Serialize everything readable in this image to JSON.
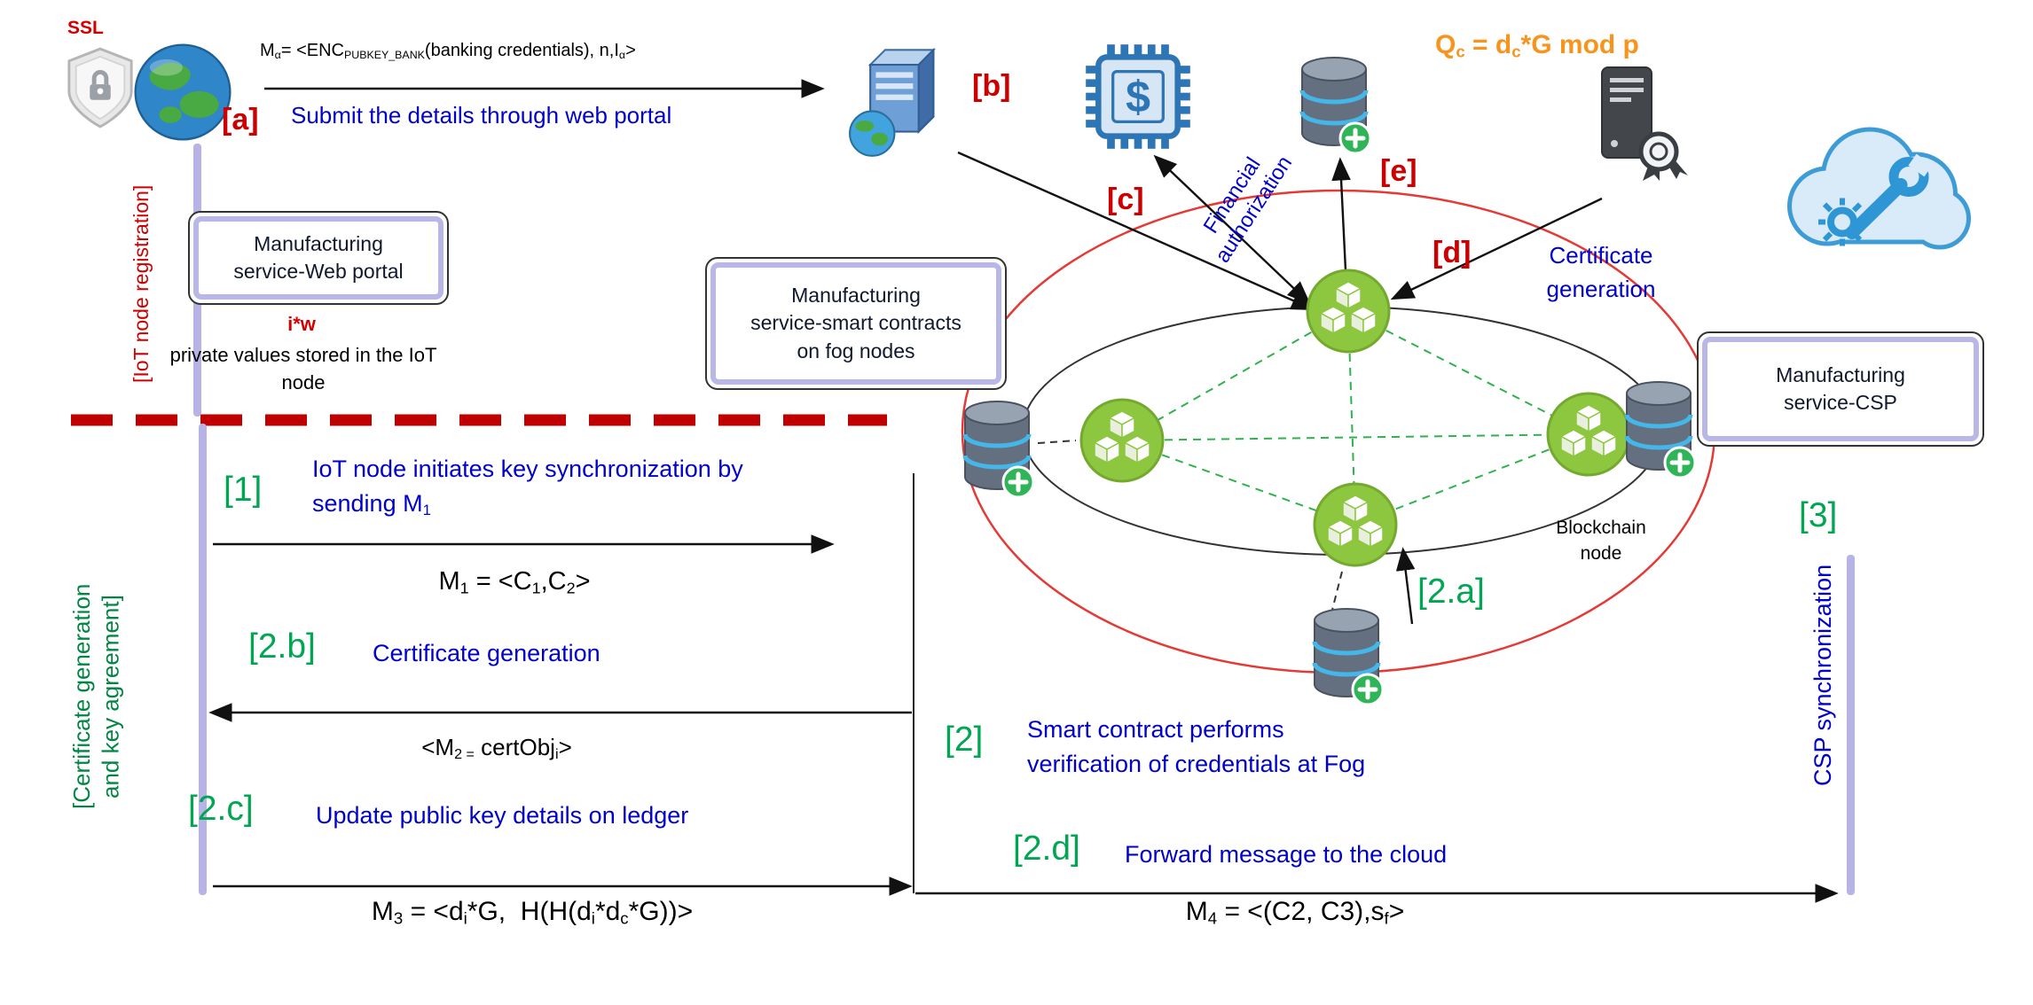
{
  "labels": {
    "ssl": "SSL",
    "tag_a": "[a]",
    "tag_b": "[b]",
    "tag_c": "[c]",
    "tag_d": "[d]",
    "tag_e": "[e]",
    "tag_1": "[1]",
    "tag_2": "[2]",
    "tag_2a": "[2.a]",
    "tag_2b": "[2.b]",
    "tag_2c": "[2.c]",
    "tag_2d": "[2.d]",
    "tag_3": "[3]",
    "iot_registration": "[IoT node registration]",
    "csp_sync": "CSP synchronization"
  },
  "messages": {
    "m_alpha_html": "M<sub>α</sub>= &lt;ENC<sub>PUBKEY_BANK</sub>(banking credentials), n,I<sub>α</sub>&gt;",
    "qc_html": "Q<sub>c</sub> = d<sub>c</sub>*G mod p",
    "m1_html": "M<sub>1</sub> = &lt;C<sub>1</sub>,C<sub>2</sub>&gt;",
    "m2_html": "&lt;M<sub>2 =</sub> certObj<sub>i</sub>&gt;",
    "m3_html": "M<sub>3</sub> = &lt;d<sub>i</sub>*G,&nbsp;&nbsp;H(H(d<sub>i</sub>*d<sub>c</sub>*G))&gt;",
    "m4_html": "M<sub>4</sub> = &lt;(C2, C3),s<sub>f</sub>&gt;"
  },
  "steps": {
    "submit": "Submit the details through web portal",
    "iw": "i*w",
    "private_html": "private values stored in the IoT<br>node",
    "step1_html": "IoT node initiates key synchronization by<br>sending M<sub>1</sub>",
    "cert_generation": "Certificate generation",
    "cert_generation_d_html": "Certificate<br>generation",
    "financial_html": "Financial<br>authorization",
    "update_ledger": "Update public key details on ledger",
    "step2_html": "Smart contract performs<br>verification of credentials at Fog",
    "forward_cloud": "Forward message to the cloud",
    "cert_key_html": "[Certificate generation<br>and key agreement]",
    "blockchain_node_html": "Blockchain<br>node"
  },
  "boxes": {
    "web_portal_line1": "Manufacturing",
    "web_portal_line2": "service-Web portal",
    "fog_line1": "Manufacturing",
    "fog_line2": "service-smart contracts",
    "fog_line3": "on fog nodes",
    "csp_line1": "Manufacturing",
    "csp_line2": "service-CSP"
  },
  "icons": {
    "chip_dollar": "$"
  },
  "colors": {
    "red_tag": "#CC0000",
    "green_tag": "#00A651",
    "blue_text": "#0000CD",
    "orange": "#F7941E",
    "lifeline_purple": "#B7B3E6",
    "node_green": "#8DC63F",
    "separator_red": "#C00000"
  }
}
